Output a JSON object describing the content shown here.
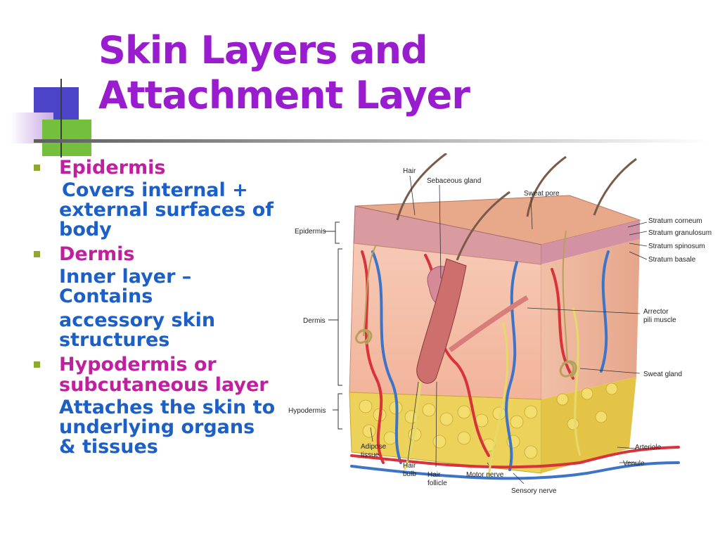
{
  "slide": {
    "title": "Skin Layers and Attachment Layer",
    "colors": {
      "title": "#9a1ccf",
      "bullet_heading": "#c01fa0",
      "bullet_body": "#1b5fc7",
      "bullet_marker": "#8ea832"
    },
    "bullets": [
      {
        "heading": "Epidermis",
        "lines": [
          "Covers internal + external surfaces of body"
        ]
      },
      {
        "heading": "Dermis",
        "lines": [
          "Inner layer – Contains",
          "accessory skin structures"
        ]
      },
      {
        "heading": "Hypodermis or subcutaneous layer",
        "lines": [
          "Attaches the skin to underlying organs & tissues"
        ]
      }
    ]
  },
  "diagram": {
    "labels": {
      "hair": "Hair",
      "sebaceous_gland": "Sebaceous gland",
      "sweat_pore": "Sweat pore",
      "epidermis": "Epidermis",
      "dermis": "Dermis",
      "hypodermis": "Hypodermis",
      "stratum_corneum": "Stratum corneum",
      "stratum_granulosum": "Stratum granulosum",
      "stratum_spinosum": "Stratum spinosum",
      "stratum_basale": "Stratum basale",
      "arrector_pili_1": "Arrector",
      "arrector_pili_2": "pili muscle",
      "sweat_gland": "Sweat gland",
      "arteriole": "Arteriole",
      "venule": "Venule",
      "adipose_1": "Adipose",
      "adipose_2": "tissue",
      "hair_bulb_1": "Hair",
      "hair_bulb_2": "bulb",
      "hair_follicle_1": "Hair",
      "hair_follicle_2": "follicle",
      "motor_nerve": "Motor nerve",
      "sensory_nerve": "Sensory nerve"
    }
  }
}
